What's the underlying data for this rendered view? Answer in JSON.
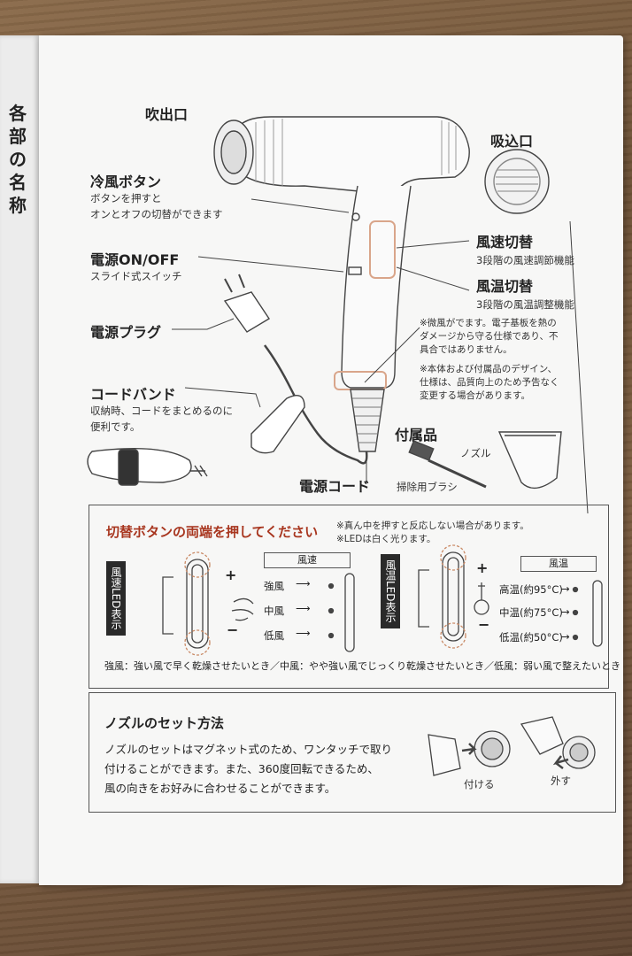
{
  "vertical_title": "各部の名称",
  "labels": {
    "outlet": "吹出口",
    "inlet": "吸込口",
    "cool_button": "冷風ボタン",
    "cool_button_desc_1": "ボタンを押すと",
    "cool_button_desc_2": "オンとオフの切替ができます",
    "power_switch": "電源ON/OFF",
    "power_switch_desc": "スライド式スイッチ",
    "power_plug": "電源プラグ",
    "cord_band": "コードバンド",
    "cord_band_desc_1": "収納時、コードをまとめるのに",
    "cord_band_desc_2": "便利です。",
    "speed_switch": "風速切替",
    "speed_switch_desc": "3段階の風速調節機能",
    "temp_switch": "風温切替",
    "temp_switch_desc": "3段階の風温調整機能",
    "note_1": "※微風がでます。電子基板を熱のダメージから守る仕様であり、不具合ではありません。",
    "note_2": "※本体および付属品のデザイン、仕様は、品質向上のため予告なく変更する場合があります。",
    "accessories": "付属品",
    "nozzle": "ノズル",
    "brush": "掃除用ブラシ",
    "power_cord": "電源コード"
  },
  "switch_box": {
    "title": "切替ボタンの両端を押してください",
    "note_1": "※真ん中を押すと反応しない場合があります。",
    "note_2": "※LEDは白く光ります。",
    "speed_led_label": "風速LED表示",
    "temp_led_label": "風温LED表示",
    "plus": "+",
    "minus": "−",
    "speed_header": "風速",
    "temp_header": "風温",
    "speed_levels": [
      "強風",
      "中風",
      "低風"
    ],
    "temp_levels": [
      "高温(約95°C)",
      "中温(約75°C)",
      "低温(約50°C)"
    ],
    "footer": "強風：強い風で早く乾燥させたいとき／中風：やや強い風でじっくり乾燥させたいとき／低風：弱い風で整えたいとき"
  },
  "nozzle_box": {
    "title": "ノズルのセット方法",
    "desc_1": "ノズルのセットはマグネット式のため、ワンタッチで取り",
    "desc_2": "付けることができます。また、360度回転できるため、",
    "desc_3": "風の向きをお好みに合わせることができます。",
    "attach": "付ける",
    "detach": "外す"
  },
  "colors": {
    "accent": "#a8361f",
    "highlight": "#d9a58a"
  }
}
